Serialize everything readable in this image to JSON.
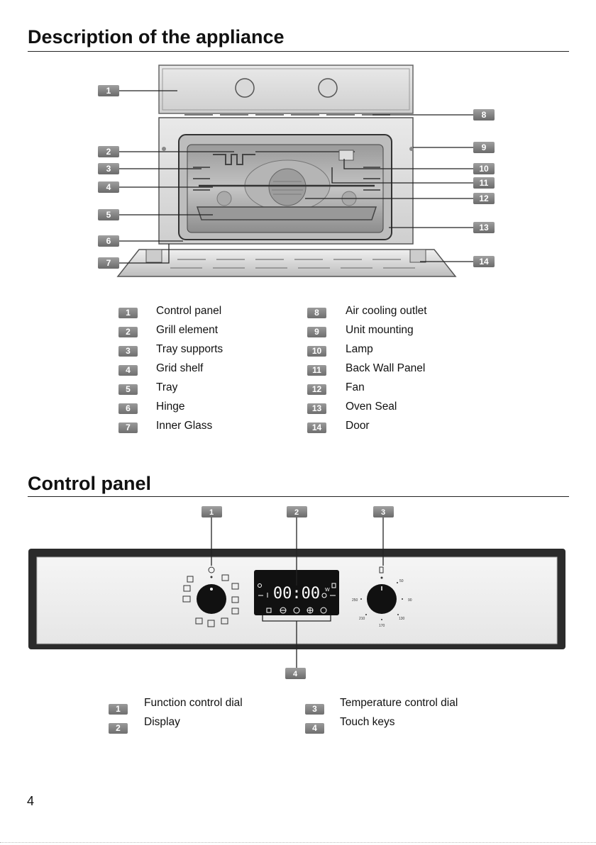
{
  "section1": {
    "title": "Description of the appliance"
  },
  "callouts1": [
    "1",
    "2",
    "3",
    "4",
    "5",
    "6",
    "7",
    "8",
    "9",
    "10",
    "11",
    "12",
    "13",
    "14"
  ],
  "legend1": [
    {
      "num": "1",
      "label": "Control panel"
    },
    {
      "num": "2",
      "label": "Grill element"
    },
    {
      "num": "3",
      "label": "Tray supports"
    },
    {
      "num": "4",
      "label": "Grid shelf"
    },
    {
      "num": "5",
      "label": "Tray"
    },
    {
      "num": "6",
      "label": "Hinge"
    },
    {
      "num": "7",
      "label": "Inner Glass"
    },
    {
      "num": "8",
      "label": "Air cooling outlet"
    },
    {
      "num": "9",
      "label": "Unit mounting"
    },
    {
      "num": "10",
      "label": "Lamp"
    },
    {
      "num": "11",
      "label": "Back Wall Panel"
    },
    {
      "num": "12",
      "label": "Fan"
    },
    {
      "num": "13",
      "label": "Oven Seal"
    },
    {
      "num": "14",
      "label": "Door"
    }
  ],
  "section2": {
    "title": "Control panel"
  },
  "callouts2": [
    "1",
    "2",
    "3",
    "4"
  ],
  "display": {
    "time": "00:00",
    "unit": "W"
  },
  "temp_scale": {
    "t50": "50",
    "t90": "90",
    "t130": "130",
    "t170": "170",
    "t210": "210",
    "t250": "250"
  },
  "legend2": [
    {
      "num": "1",
      "label": "Function control dial"
    },
    {
      "num": "2",
      "label": "Display"
    },
    {
      "num": "3",
      "label": "Temperature control dial"
    },
    {
      "num": "4",
      "label": "Touch keys"
    }
  ],
  "page": {
    "number": "4"
  },
  "colors": {
    "badge": "#7f7f7f",
    "panel_frame": "#2b2b2b",
    "display": "#111111"
  }
}
